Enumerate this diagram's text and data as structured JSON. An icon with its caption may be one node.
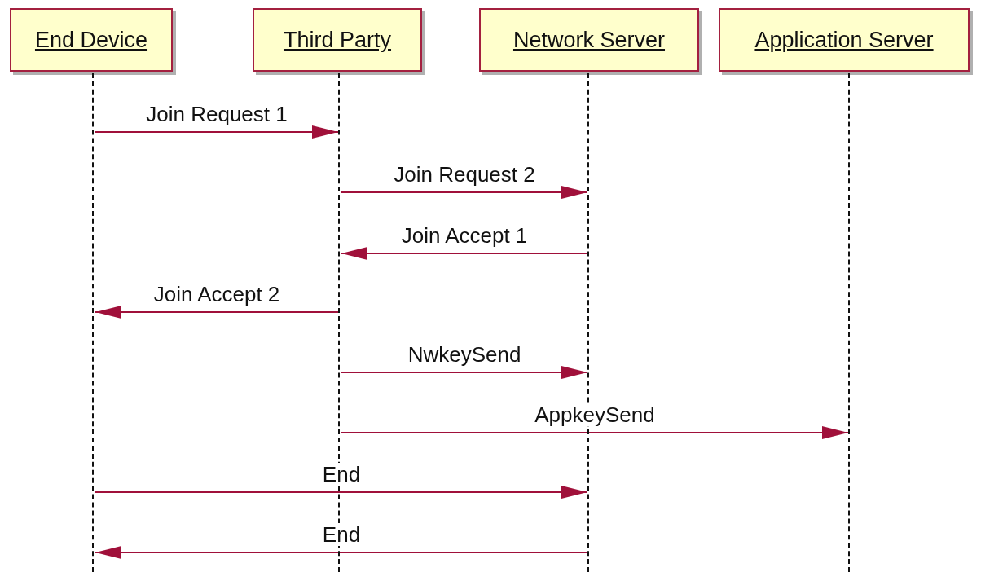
{
  "diagram": {
    "nodes": [
      {
        "text": [
          "End Device"
        ]
      },
      {
        "text": [
          "Third Party"
        ]
      },
      {
        "text": [
          "Network Server"
        ]
      },
      {
        "text": [
          "Application Server"
        ]
      },
      {
        "text": [],
        "shape": "line"
      },
      {
        "text": [],
        "shape": "line"
      },
      {
        "text": [],
        "shape": "line"
      },
      {
        "text": [],
        "shape": "line"
      }
    ],
    "edges": [
      {
        "from": 4,
        "to": 5,
        "arrow": "to",
        "label": "Join Request 1"
      },
      {
        "from": 5,
        "to": 6,
        "arrow": "to",
        "label": "Join Request 2"
      },
      {
        "from": 6,
        "to": 5,
        "arrow": "to",
        "label": "Join Accept 1"
      },
      {
        "from": 5,
        "to": 4,
        "arrow": "to",
        "label": "Join Accept 2"
      },
      {
        "from": 5,
        "to": 6,
        "arrow": "to",
        "label": "NwkeySend"
      },
      {
        "from": 5,
        "to": 7,
        "arrow": "to",
        "label": "AppkeySend"
      },
      {
        "from": 4,
        "to": 6,
        "arrow": "to",
        "label": "End"
      },
      {
        "from": 6,
        "to": 4,
        "arrow": "to",
        "label": "End"
      }
    ]
  }
}
